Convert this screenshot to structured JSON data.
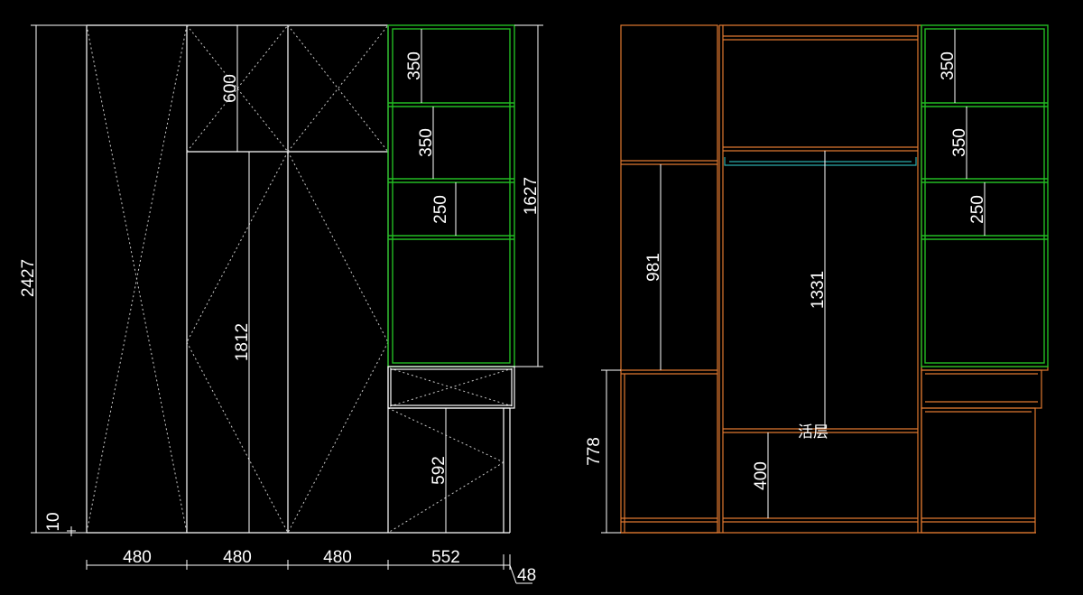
{
  "colors": {
    "background": "#000000",
    "frontLines": "#ffffff",
    "shelfFrame": "#22bb22",
    "carcass": "#e07830",
    "hangingRail": "#2aa9a9",
    "dimension": "#ffffff"
  },
  "frontView": {
    "dimensions": {
      "overallHeight": "2427",
      "baseGap": "10",
      "upperDoorHeight": "600",
      "lowerDoorHeight": "1812",
      "shelfBay1": "350",
      "shelfBay2": "350",
      "shelfBay3": "250",
      "shelfUnitHeight": "1627",
      "lowerCabinetHeight": "592",
      "width1": "480",
      "width2": "480",
      "width3": "480",
      "width4": "552",
      "sidePanel": "48"
    }
  },
  "sectionView": {
    "dimensions": {
      "leftUpperSpace": "981",
      "hangingSpace": "1331",
      "lowerCabinetHeight": "778",
      "bottomShelfSpace": "400",
      "rightShelf1": "350",
      "rightShelf2": "350",
      "rightShelf3": "250"
    },
    "labels": {
      "adjustableShelf": "活层"
    }
  }
}
